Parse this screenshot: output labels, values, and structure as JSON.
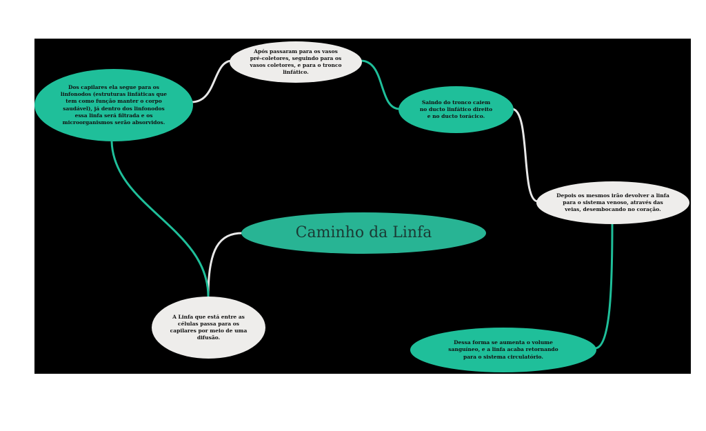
{
  "title": "Caminho da Linfa",
  "nodes": {
    "difusao": "A Linfa que está entre as células passa para os capilares por meio de uma difusão.",
    "linfonodos": "Dos capilares ela segue para os linfonodos (estruturas linfáticas que tem como função manter o corpo saudável), já dentro dos linfonodos essa linfa será filtrada e os microorganismos serão absorvidos.",
    "coletores": "Após passaram para os vasos pré-coletores, seguindo para os vasos coletores, e para o tronco linfático.",
    "ductos": "Saindo do tronco caiem no ducto linfático direito e no ducto torácico.",
    "venoso": "Depois os mesmos irão devolver a linfa para o sistema venoso, através das veias, desembocando no coração.",
    "circulatorio": "Dessa forma se aumenta o volume sanguíneo, e a linfa acaba retornando para o sistema circulatório."
  },
  "colors": {
    "teal": "#1fbf9a",
    "white": "#eeedeb",
    "background": "#000000"
  }
}
